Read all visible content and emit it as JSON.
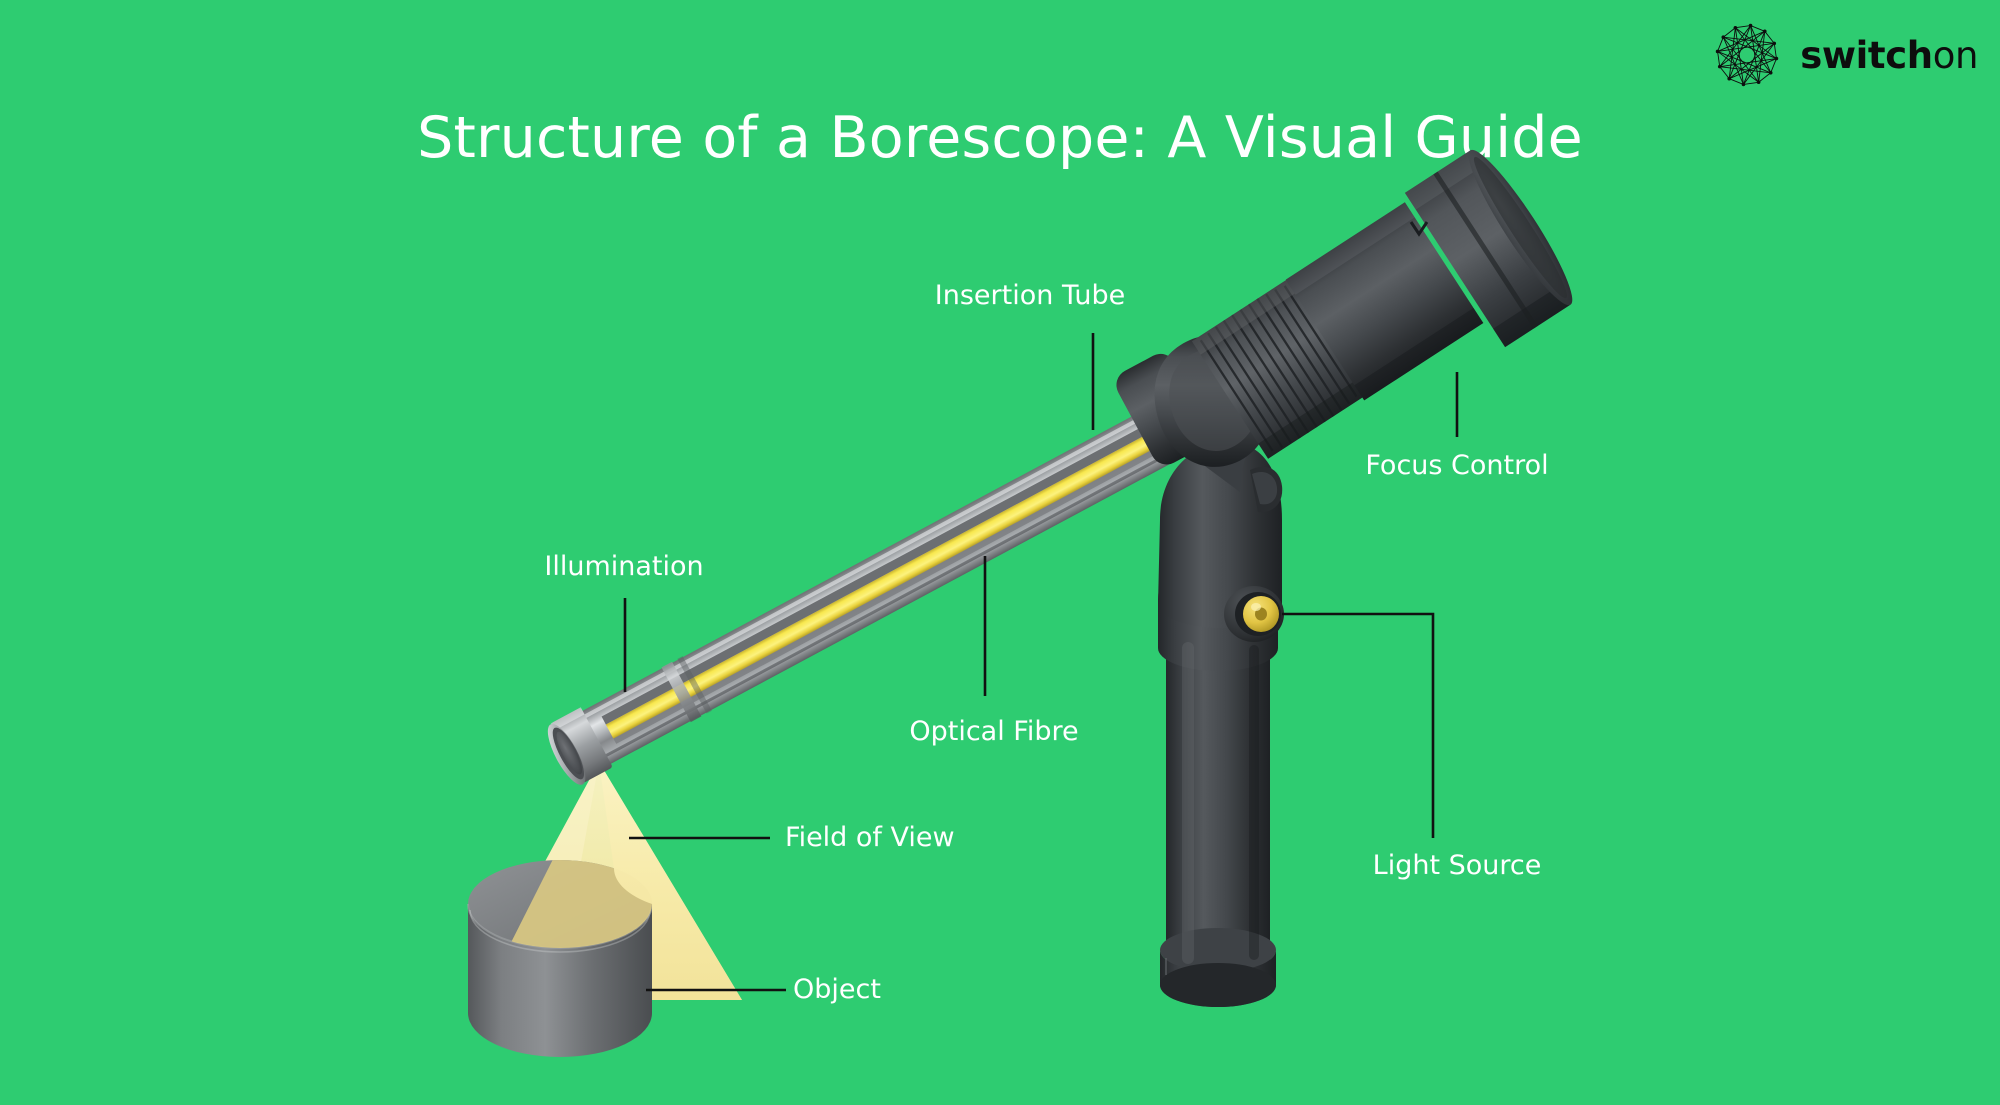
{
  "background_color": "#2ECC71",
  "text_color": "#FFFFFF",
  "leader_color": "#111111",
  "brand": {
    "mark_icon": "switchon-polygon-logo-icon",
    "name_strong": "switch",
    "name_light": "on"
  },
  "title": "Structure of a Borescope: A Visual Guide",
  "diagram": {
    "subject": "borescope",
    "parts": {
      "insertion_tube_color": "#A8ACAF",
      "optical_fibre_color": "#F5E24A",
      "body_color": "#3C3F42",
      "light_port_color": "#E8C84A",
      "light_cone_color": "#F7EAA8",
      "object_color": "#77797C"
    }
  },
  "labels": [
    {
      "id": "insertion-tube",
      "text": "Insertion Tube"
    },
    {
      "id": "focus-control",
      "text": "Focus Control"
    },
    {
      "id": "illumination",
      "text": "Illumination"
    },
    {
      "id": "optical-fibre",
      "text": "Optical Fibre"
    },
    {
      "id": "field-of-view",
      "text": "Field of View"
    },
    {
      "id": "light-source",
      "text": "Light Source"
    },
    {
      "id": "object",
      "text": "Object"
    }
  ]
}
